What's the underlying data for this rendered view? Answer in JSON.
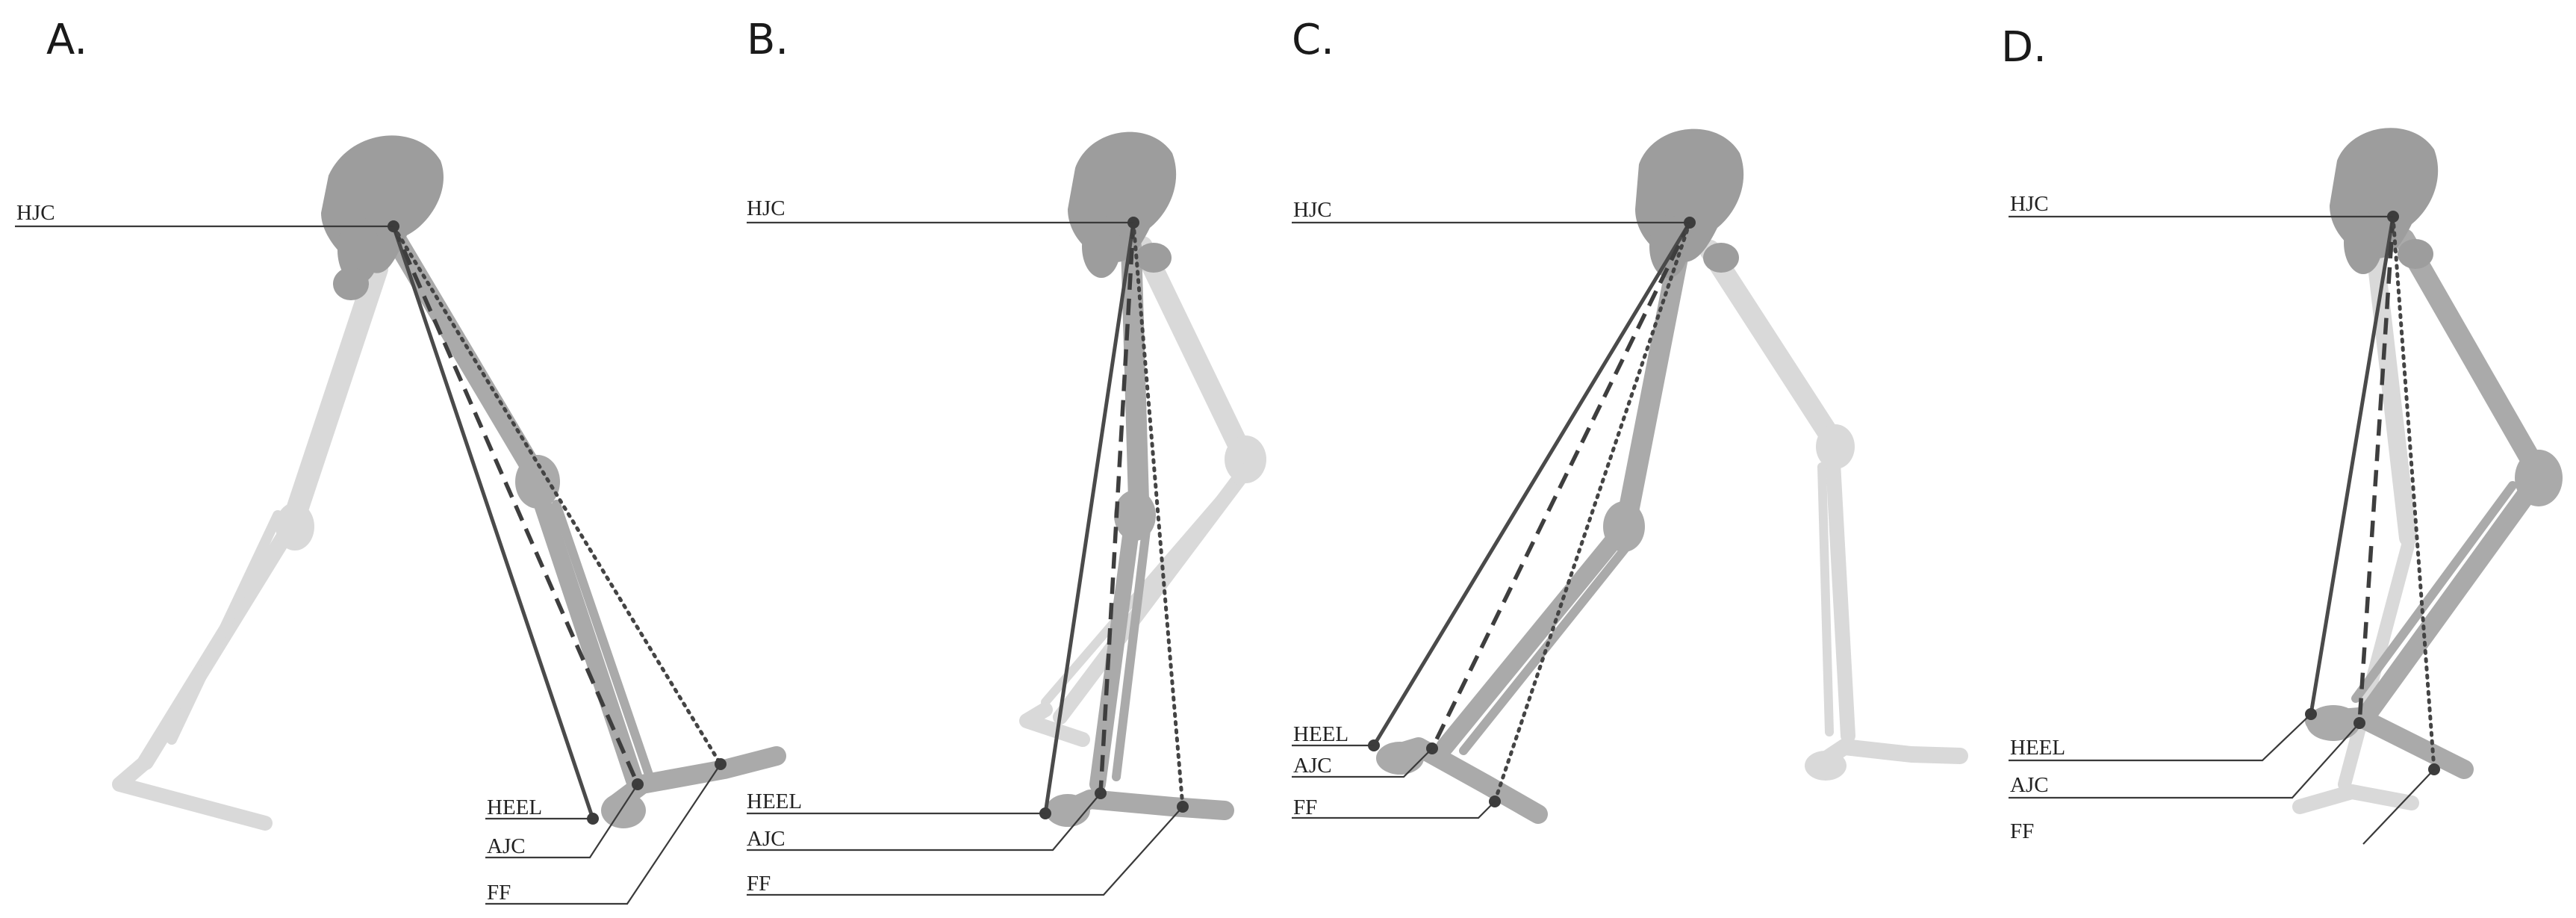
{
  "panels": [
    {
      "letter": "A.",
      "labels": {
        "hjc": "HJC",
        "heel": "HEEL",
        "ajc": "AJC",
        "ff": "FF"
      }
    },
    {
      "letter": "B.",
      "labels": {
        "hjc": "HJC",
        "heel": "HEEL",
        "ajc": "AJC",
        "ff": "FF"
      }
    },
    {
      "letter": "C.",
      "labels": {
        "hjc": "HJC",
        "heel": "HEEL",
        "ajc": "AJC",
        "ff": "FF"
      }
    },
    {
      "letter": "D.",
      "labels": {
        "hjc": "HJC",
        "heel": "HEEL",
        "ajc": "AJC",
        "ff": "FF"
      }
    }
  ],
  "colors": {
    "background": "#ffffff",
    "lines": "#444444",
    "near_leg": "#aaaaaa",
    "far_leg": "#d9d9d9",
    "pelvis": "#9d9d9d"
  },
  "line_styles": {
    "hip_to_heel": "solid",
    "hip_to_ankle": "dashed",
    "hip_to_forefoot": "dotted"
  }
}
